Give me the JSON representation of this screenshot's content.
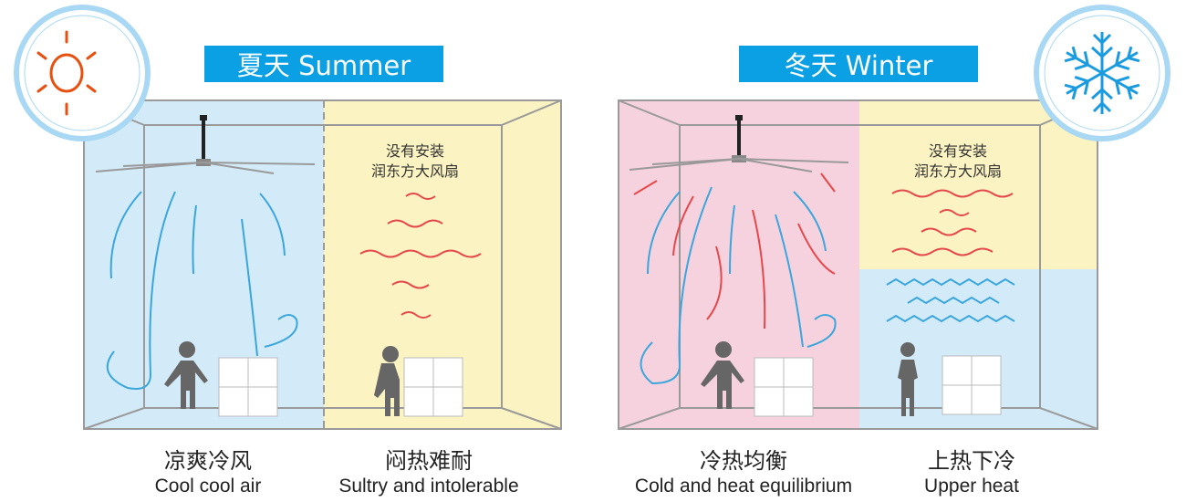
{
  "summer": {
    "title": "夏天 Summer",
    "icon": "sun-icon",
    "icon_color": "#e8500f",
    "with_fan": {
      "zh": "凉爽冷风",
      "en": "Cool cool air",
      "bg": "#d3eaf8"
    },
    "without_fan": {
      "note_line1": "没有安装",
      "note_line2": "润东方大风扇",
      "zh": "闷热难耐",
      "en": "Sultry and intolerable",
      "bg": "#fbf3c1"
    }
  },
  "winter": {
    "title": "冬天 Winter",
    "icon": "snowflake-icon",
    "icon_color": "#1a9be0",
    "with_fan": {
      "zh": "冷热均衡",
      "en": "Cold and heat equilibrium",
      "bg": "#f6d2df"
    },
    "without_fan": {
      "note_line1": "没有安装",
      "note_line2": "润东方大风扇",
      "zh": "上热下冷",
      "en": "Upper heat"
    }
  },
  "colors": {
    "banner": "#0aa0e3",
    "cool_arrow": "#3aa6dc",
    "warm_arrow": "#e5484b",
    "ring": "#a8d8f3"
  }
}
